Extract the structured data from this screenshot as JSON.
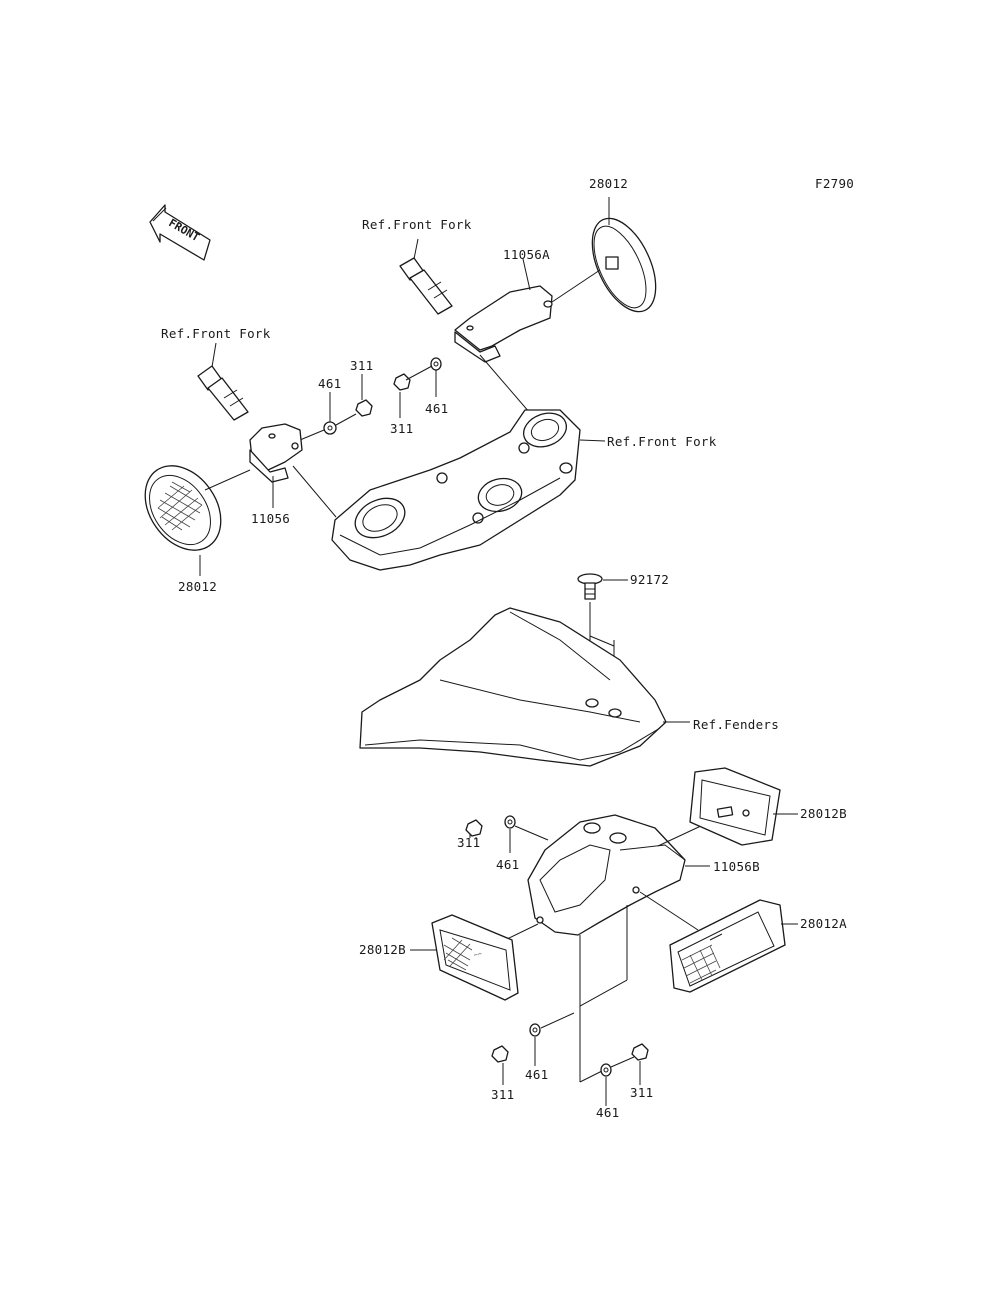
{
  "figure_code": "F2790",
  "front_arrow": "FRONT",
  "labels": {
    "p28012_top": "28012",
    "ref_fork_top": "Ref.Front Fork",
    "p11056A": "11056A",
    "ref_fork_left": "Ref.Front Fork",
    "p311_a": "311",
    "p461_a": "461",
    "p311_b": "311",
    "p461_b": "461",
    "ref_fork_right": "Ref.Front Fork",
    "p11056": "11056",
    "p28012_left": "28012",
    "p92172": "92172",
    "ref_fenders": "Ref.Fenders",
    "p28012B_right": "28012B",
    "p311_c": "311",
    "p461_c": "461",
    "p11056B": "11056B",
    "p28012A": "28012A",
    "p28012B_left": "28012B",
    "p311_d": "311",
    "p461_d": "461",
    "p461_e": "461",
    "p311_e": "311"
  }
}
